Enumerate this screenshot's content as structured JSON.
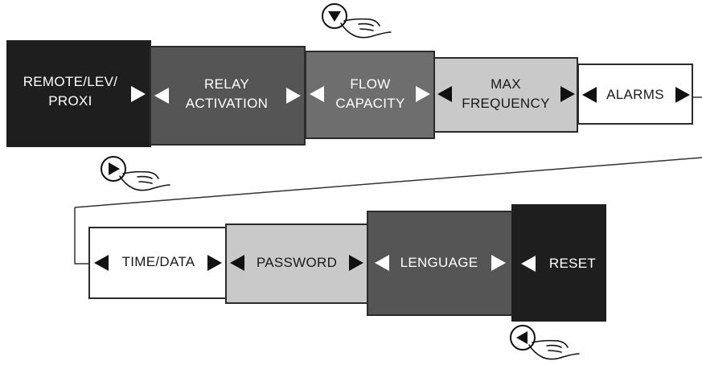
{
  "menu_row_1": [
    {
      "line1": "REMOTE/LEV/",
      "line2": "PROXI"
    },
    {
      "line1": "RELAY",
      "line2": "ACTIVATION"
    },
    {
      "line1": "FLOW",
      "line2": "CAPACITY"
    },
    {
      "line1": "MAX",
      "line2": "FREQUENCY"
    },
    {
      "line1": "ALARMS",
      "line2": ""
    }
  ],
  "menu_row_2": [
    {
      "line1": "TIME/DATA"
    },
    {
      "line1": "PASSWORD"
    },
    {
      "line1": "LENGUAGE"
    },
    {
      "line1": "RESET"
    }
  ],
  "colors": {
    "black": "#1e1e1e",
    "dark_gray": "#555555",
    "mid_gray": "#6e6e6e",
    "light_gray": "#c9c9c9",
    "white": "#ffffff"
  },
  "icons": [
    "down-button-icon",
    "right-button-icon",
    "left-button-icon",
    "pointing-hand-icon"
  ]
}
